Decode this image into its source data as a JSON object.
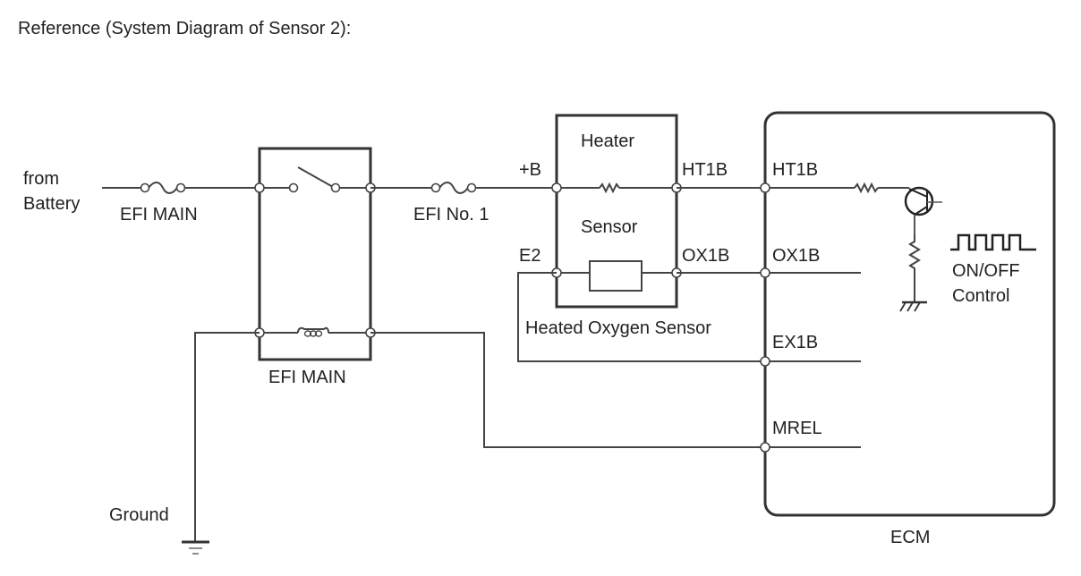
{
  "title": "Reference (System Diagram of Sensor 2):",
  "labels": {
    "from_battery_line1": "from",
    "from_battery_line2": "Battery",
    "efi_main_fuse": "EFI MAIN",
    "efi_main_relay": "EFI MAIN",
    "efi_no1_fuse": "EFI No. 1",
    "plus_b": "+B",
    "e2": "E2",
    "heater": "Heater",
    "sensor": "Sensor",
    "sensor_ht1b": "HT1B",
    "sensor_ox1b": "OX1B",
    "heated_oxygen_sensor": "Heated Oxygen Sensor",
    "ecm_ht1b": "HT1B",
    "ecm_ox1b": "OX1B",
    "ecm_ex1b": "EX1B",
    "ecm_mrel": "MREL",
    "on_off_line1": "ON/OFF",
    "on_off_line2": "Control",
    "ground": "Ground",
    "ecm": "ECM"
  },
  "colors": {
    "wire": "#444444",
    "text": "#222222",
    "background": "#ffffff"
  }
}
